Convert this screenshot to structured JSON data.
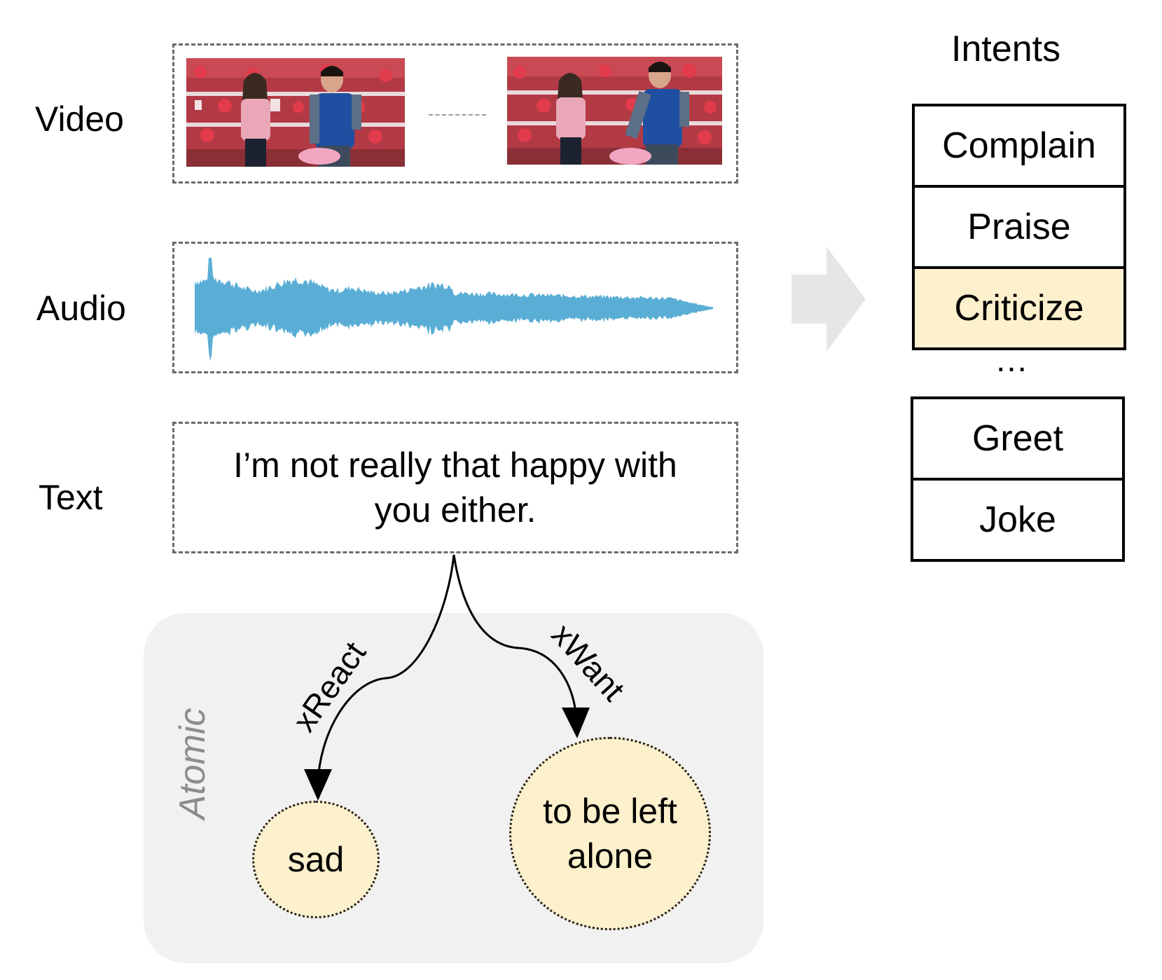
{
  "rows": {
    "video": "Video",
    "audio": "Audio",
    "text": "Text"
  },
  "utterance": "I’m not really that happy with you either.",
  "intents": {
    "title": "Intents",
    "items": [
      "Complain",
      "Praise",
      "Criticize",
      "Greet",
      "Joke"
    ],
    "selected": "Criticize",
    "ellipsis": "…"
  },
  "atomic": {
    "label": "Atomic",
    "edges": [
      "xReact",
      "xWant"
    ],
    "nodes": [
      "sad",
      "to be left alone"
    ]
  },
  "colors": {
    "waveform": "#5aaed6",
    "highlight": "#fdf0cc",
    "panel": "#f1f1f1",
    "arrow": "#e6e6e6"
  },
  "icons": [
    "video-frame-image",
    "audio-waveform",
    "right-arrow-icon"
  ]
}
